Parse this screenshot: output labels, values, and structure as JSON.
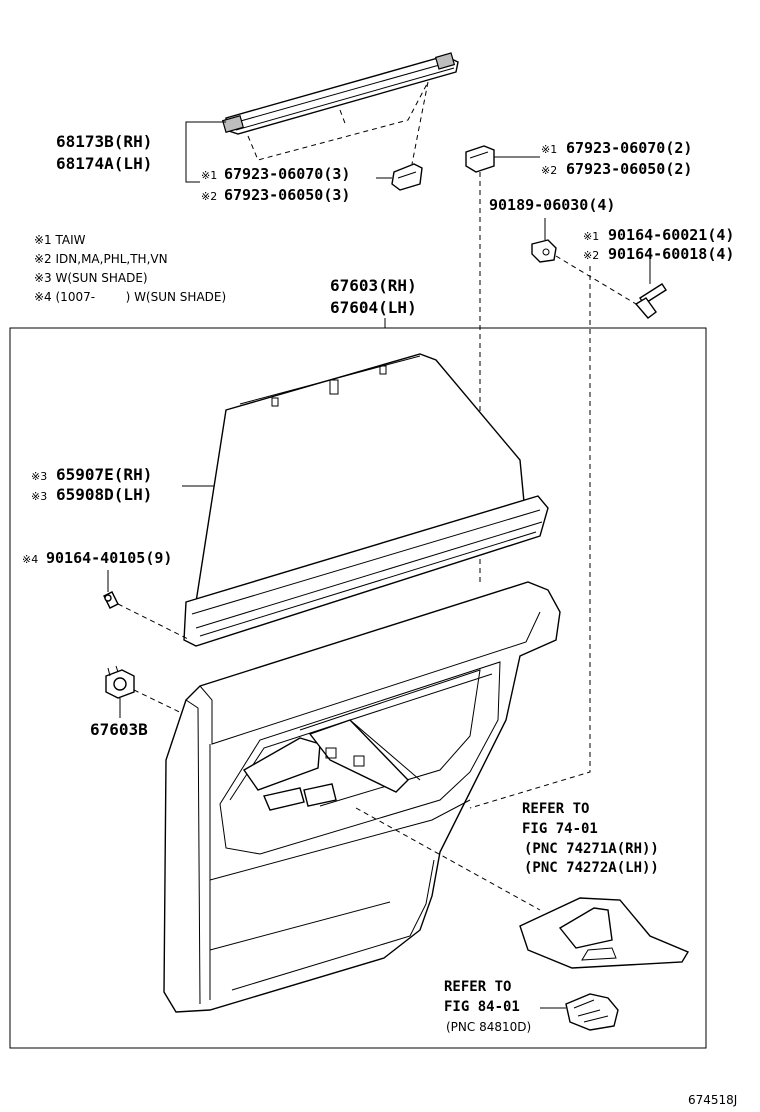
{
  "labels": {
    "part_68173B": "68173B(RH)",
    "part_68174A": "68174A(LH)",
    "clip_1_mark": "※1",
    "clip_1": "67923-06070(3)",
    "clip_2_mark": "※2",
    "clip_2": "67923-06050(3)",
    "clipR_1_mark": "※1",
    "clipR_1": "67923-06070(2)",
    "clipR_2_mark": "※2",
    "clipR_2": "67923-06050(2)",
    "bolt_90189": "90189-06030(4)",
    "screw_1_mark": "※1",
    "screw_1": "90164-60021(4)",
    "screw_2_mark": "※2",
    "screw_2": "90164-60018(4)",
    "panel_rh": "67603(RH)",
    "panel_lh": "67604(LH)",
    "shade_rh_mark": "※3",
    "shade_rh": "65907E(RH)",
    "shade_lh_mark": "※3",
    "shade_lh": "65908D(LH)",
    "screw_4_mark": "※4",
    "screw_4": "90164-40105(9)",
    "clip_67603B": "67603B",
    "refer1_line1": "REFER TO",
    "refer1_line2": "FIG 74-01",
    "refer1_line3": "(PNC 74271A(RH))",
    "refer1_line4": "(PNC 74272A(LH))",
    "refer2_line1": "REFER TO",
    "refer2_line2": "FIG 84-01",
    "refer2_line3": "(PNC 84810D)",
    "figure_code": "674518J"
  },
  "notes": [
    "※1 TAIW",
    "※2 IDN,MA,PHL,TH,VN",
    "※3 W(SUN SHADE)",
    "※4 (1007-        ) W(SUN SHADE)"
  ]
}
